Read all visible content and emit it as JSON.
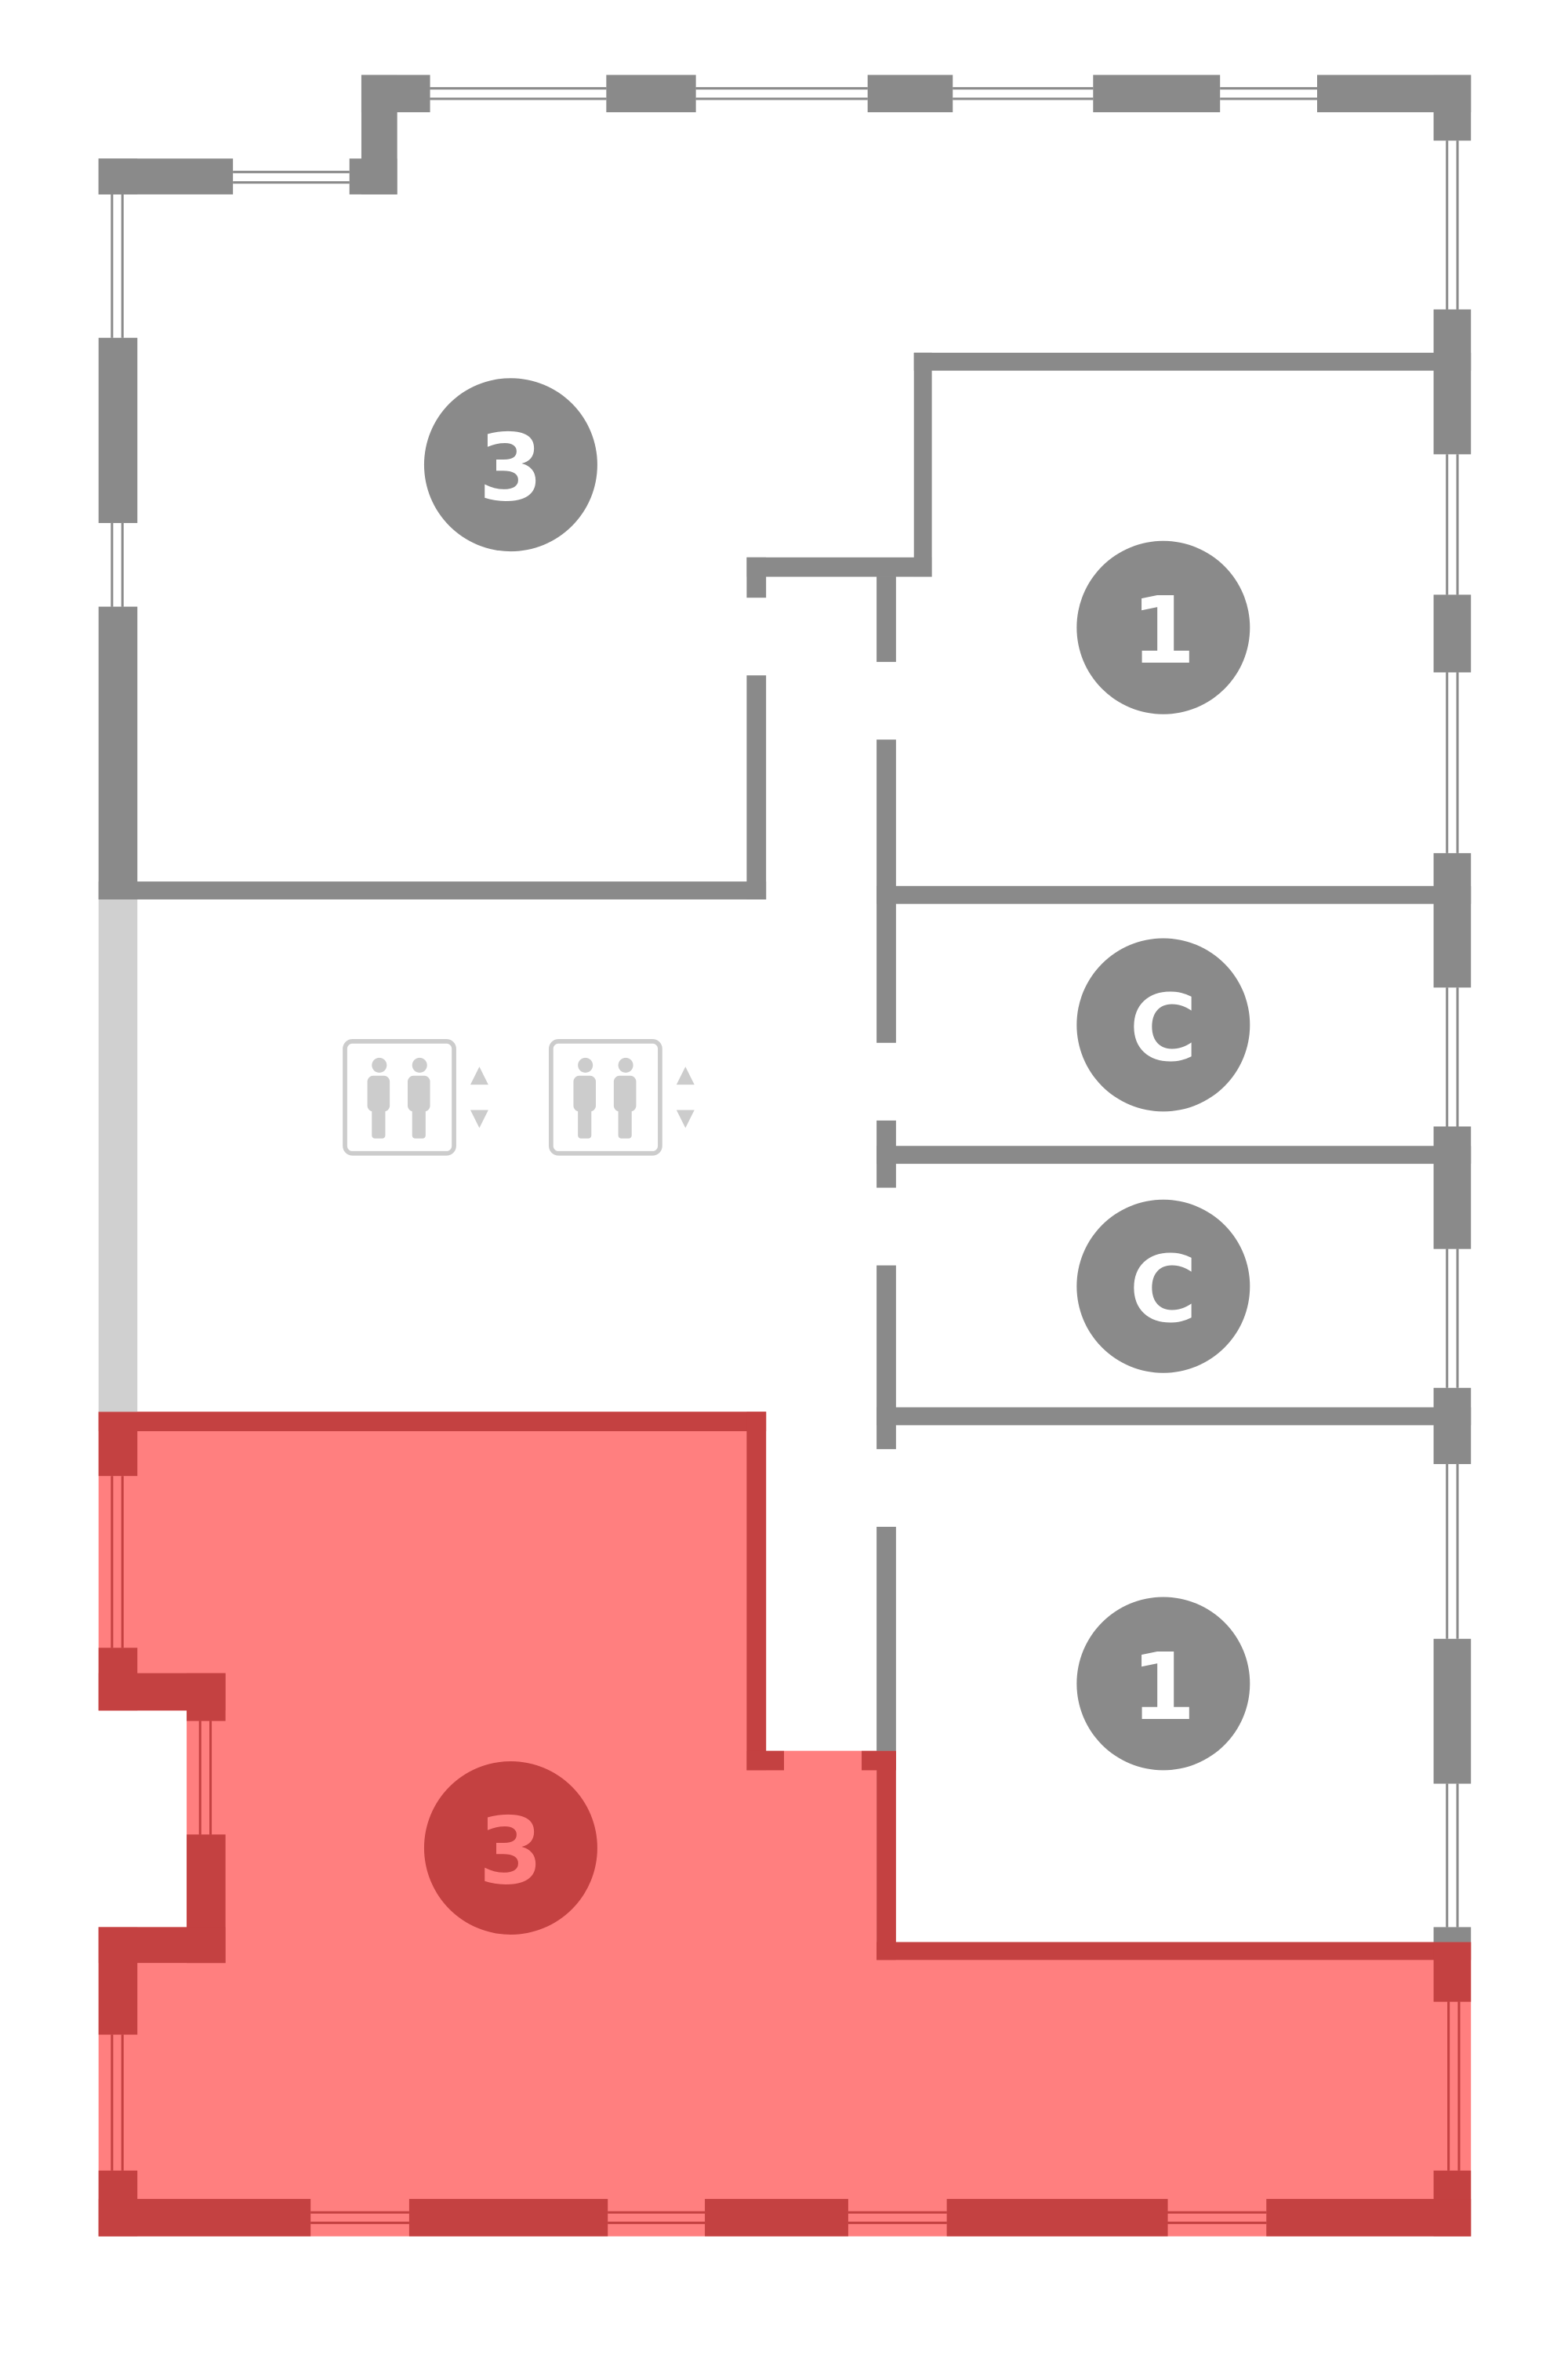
{
  "plan": {
    "units": [
      {
        "label": "3",
        "selected": false
      },
      {
        "label": "1",
        "selected": false
      },
      {
        "label": "C",
        "selected": false
      },
      {
        "label": "C",
        "selected": false
      },
      {
        "label": "1",
        "selected": false
      },
      {
        "label": "3",
        "selected": true
      }
    ],
    "colors": {
      "wall": "#8a8a8a",
      "selected_fill": "#ff7f7f",
      "selected_wall": "#c44141",
      "circle_text": "#ffffff",
      "elevator": "#cccccc"
    },
    "icons": [
      "elevator-icon",
      "elevator-icon",
      "up-down-arrows-icon",
      "up-down-arrows-icon"
    ]
  }
}
